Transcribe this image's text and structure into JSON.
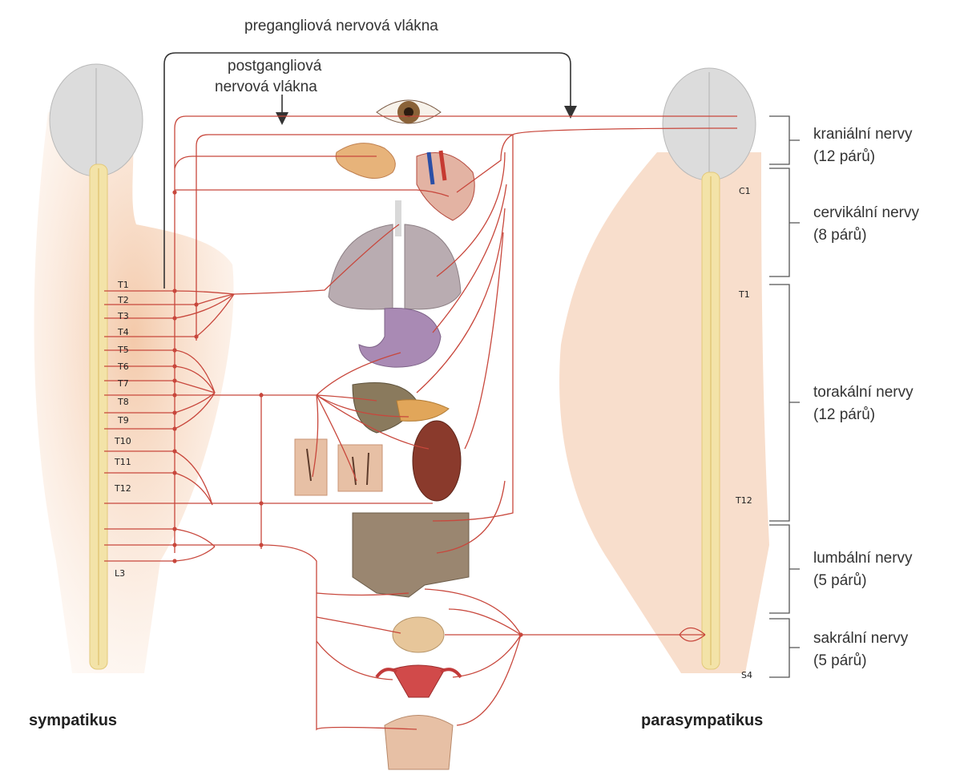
{
  "labels": {
    "preganglionic": "pregangliová nervová vlákna",
    "postganglionic_line1": "postgangliová",
    "postganglionic_line2": "nervová vlákna",
    "sympathetic": "sympatikus",
    "parasympathetic": "parasympatikus"
  },
  "segments_left": [
    "T1",
    "T2",
    "T3",
    "T4",
    "T5",
    "T6",
    "T7",
    "T8",
    "T9",
    "T10",
    "T11",
    "T12",
    "L3"
  ],
  "segments_right": [
    "C1",
    "T1",
    "T12",
    "S4"
  ],
  "regions": [
    {
      "name": "kraniální nervy",
      "count": "(12 párů)"
    },
    {
      "name": "cervikální nervy",
      "count": "(8 párů)"
    },
    {
      "name": "torakální nervy",
      "count": "(12 párů)"
    },
    {
      "name": "lumbální nervy",
      "count": "(5 párů)"
    },
    {
      "name": "sakrální nervy",
      "count": "(5 párů)"
    }
  ],
  "colors": {
    "nerve_line": "#c8473c",
    "spine": "#f3e3a8",
    "skin": "#f3c6a4",
    "brain": "#dcdcdc",
    "arrow": "#333333",
    "bracket": "#555555"
  },
  "organ_icons": [
    "eye-icon",
    "lacrimal-gland-icon",
    "heart-icon",
    "lungs-icon",
    "stomach-icon",
    "liver-icon",
    "pancreas-icon",
    "kidney-icon",
    "skin-hair-icon",
    "intestine-icon",
    "bladder-icon",
    "uterus-icon",
    "genitalia-icon"
  ]
}
